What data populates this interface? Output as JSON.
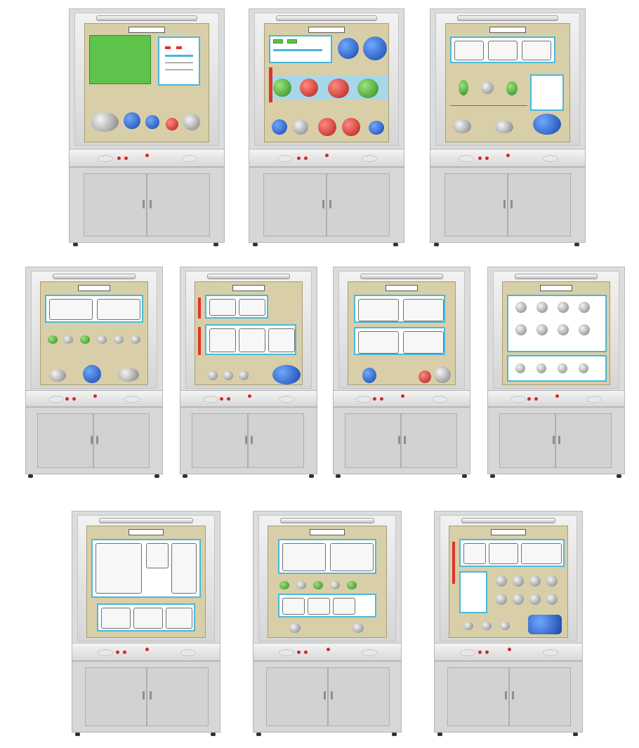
{
  "image": {
    "subject": "teaching-cabinets",
    "cabinets": [
      {
        "id": 1,
        "board_style": "green-text-panel"
      },
      {
        "id": 2,
        "board_style": "color-models"
      },
      {
        "id": 3,
        "board_style": "drawings-and-models"
      },
      {
        "id": 4,
        "board_style": "drawings-and-models"
      },
      {
        "id": 5,
        "board_style": "drawings-and-models"
      },
      {
        "id": 6,
        "board_style": "drawings-and-models"
      },
      {
        "id": 7,
        "board_style": "drawings-only"
      },
      {
        "id": 8,
        "board_style": "drawings-only"
      },
      {
        "id": 9,
        "board_style": "drawings-and-models"
      },
      {
        "id": 10,
        "board_style": "drawings-and-models"
      }
    ],
    "colors": {
      "board": "#d8cfa9",
      "cabinet": "#dcdcdc",
      "accent_blue": "#49b4e2",
      "accent_red": "#e0322c",
      "panel_green": "#5ec34a"
    }
  }
}
